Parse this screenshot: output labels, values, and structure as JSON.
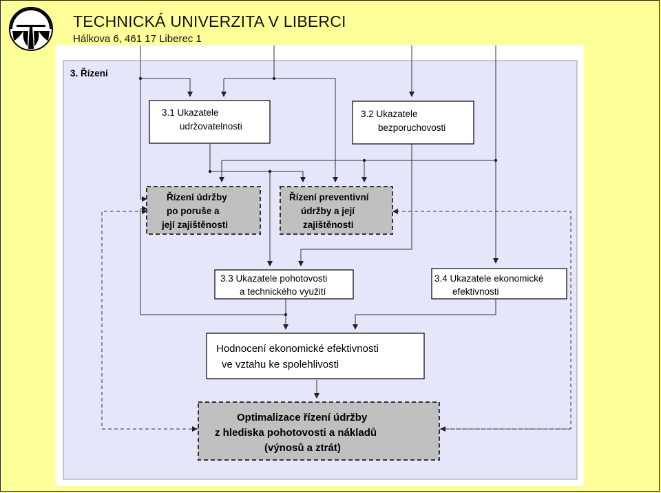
{
  "header": {
    "university_name": "TECHNICKÁ UNIVERZITA V LIBERCI",
    "address": "Hálkova 6, 461 17 Liberec 1",
    "logo_icon": "tul-logo-icon"
  },
  "diagram": {
    "section_title": "3. Řízení",
    "boxes": {
      "ukazatele_udrzovatelnosti": [
        "3.1 Ukazatele",
        "udržovatelnosti"
      ],
      "ukazatele_bezporuchovosti": [
        "3.2 Ukazatele",
        "bezporuchovosti"
      ],
      "rizeni_udrzby_po_poruse": [
        "Řízení údržby",
        "po poruše a",
        "její zajištěnosti"
      ],
      "rizeni_preventivni_udrzby": [
        "Řízení preventivní",
        "údržby a její",
        "zajištěnosti"
      ],
      "ukazatele_pohotovosti": [
        "3.3 Ukazatele pohotovosti",
        "a technického využití"
      ],
      "ukazatele_ekonomicke": [
        "3.4 Ukazatele ekonomické",
        "efektivnosti"
      ],
      "hodnoceni": [
        "Hodnocení ekonomické efektivnosti",
        "ve vztahu ke spolehlivosti"
      ],
      "optimalizace": [
        "Optimalizace řízení údržby",
        "z hlediska pohotovosti a nákladů",
        "(výnosů a ztrát)"
      ]
    }
  },
  "colors": {
    "slide_background": "#ffff99",
    "panel_background": "#e6e6fa",
    "highlight_box": "#c0c0c0",
    "line": "#333333"
  }
}
